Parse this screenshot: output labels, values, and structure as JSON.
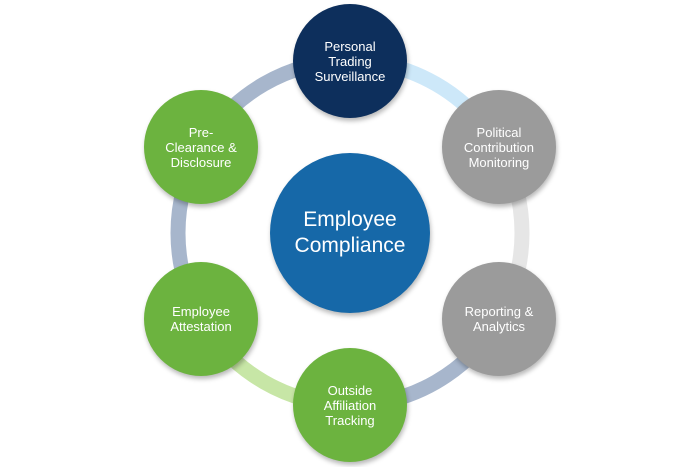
{
  "diagram": {
    "center": {
      "label": "Employee\nCompliance",
      "color": "#1668a8"
    },
    "nodes": [
      {
        "id": "personal-trading",
        "label": "Personal\nTrading\nSurveillance",
        "color": "#0d2f5c"
      },
      {
        "id": "political-contribution",
        "label": "Political\nContribution\nMonitoring",
        "color": "#9b9b9b"
      },
      {
        "id": "reporting-analytics",
        "label": "Reporting &\nAnalytics",
        "color": "#9b9b9b"
      },
      {
        "id": "outside-affiliation",
        "label": "Outside\nAffiliation\nTracking",
        "color": "#6cb33f"
      },
      {
        "id": "employee-attestation",
        "label": "Employee\nAttestation",
        "color": "#6cb33f"
      },
      {
        "id": "pre-clearance",
        "label": "Pre-\nClearance &\nDisclosure",
        "color": "#6cb33f"
      }
    ],
    "connector_colors": [
      "#cde8f9",
      "#e6e6e6",
      "#a7b6cc",
      "#c7e6a6",
      "#a7b6cc",
      "#a7b6cc"
    ]
  }
}
